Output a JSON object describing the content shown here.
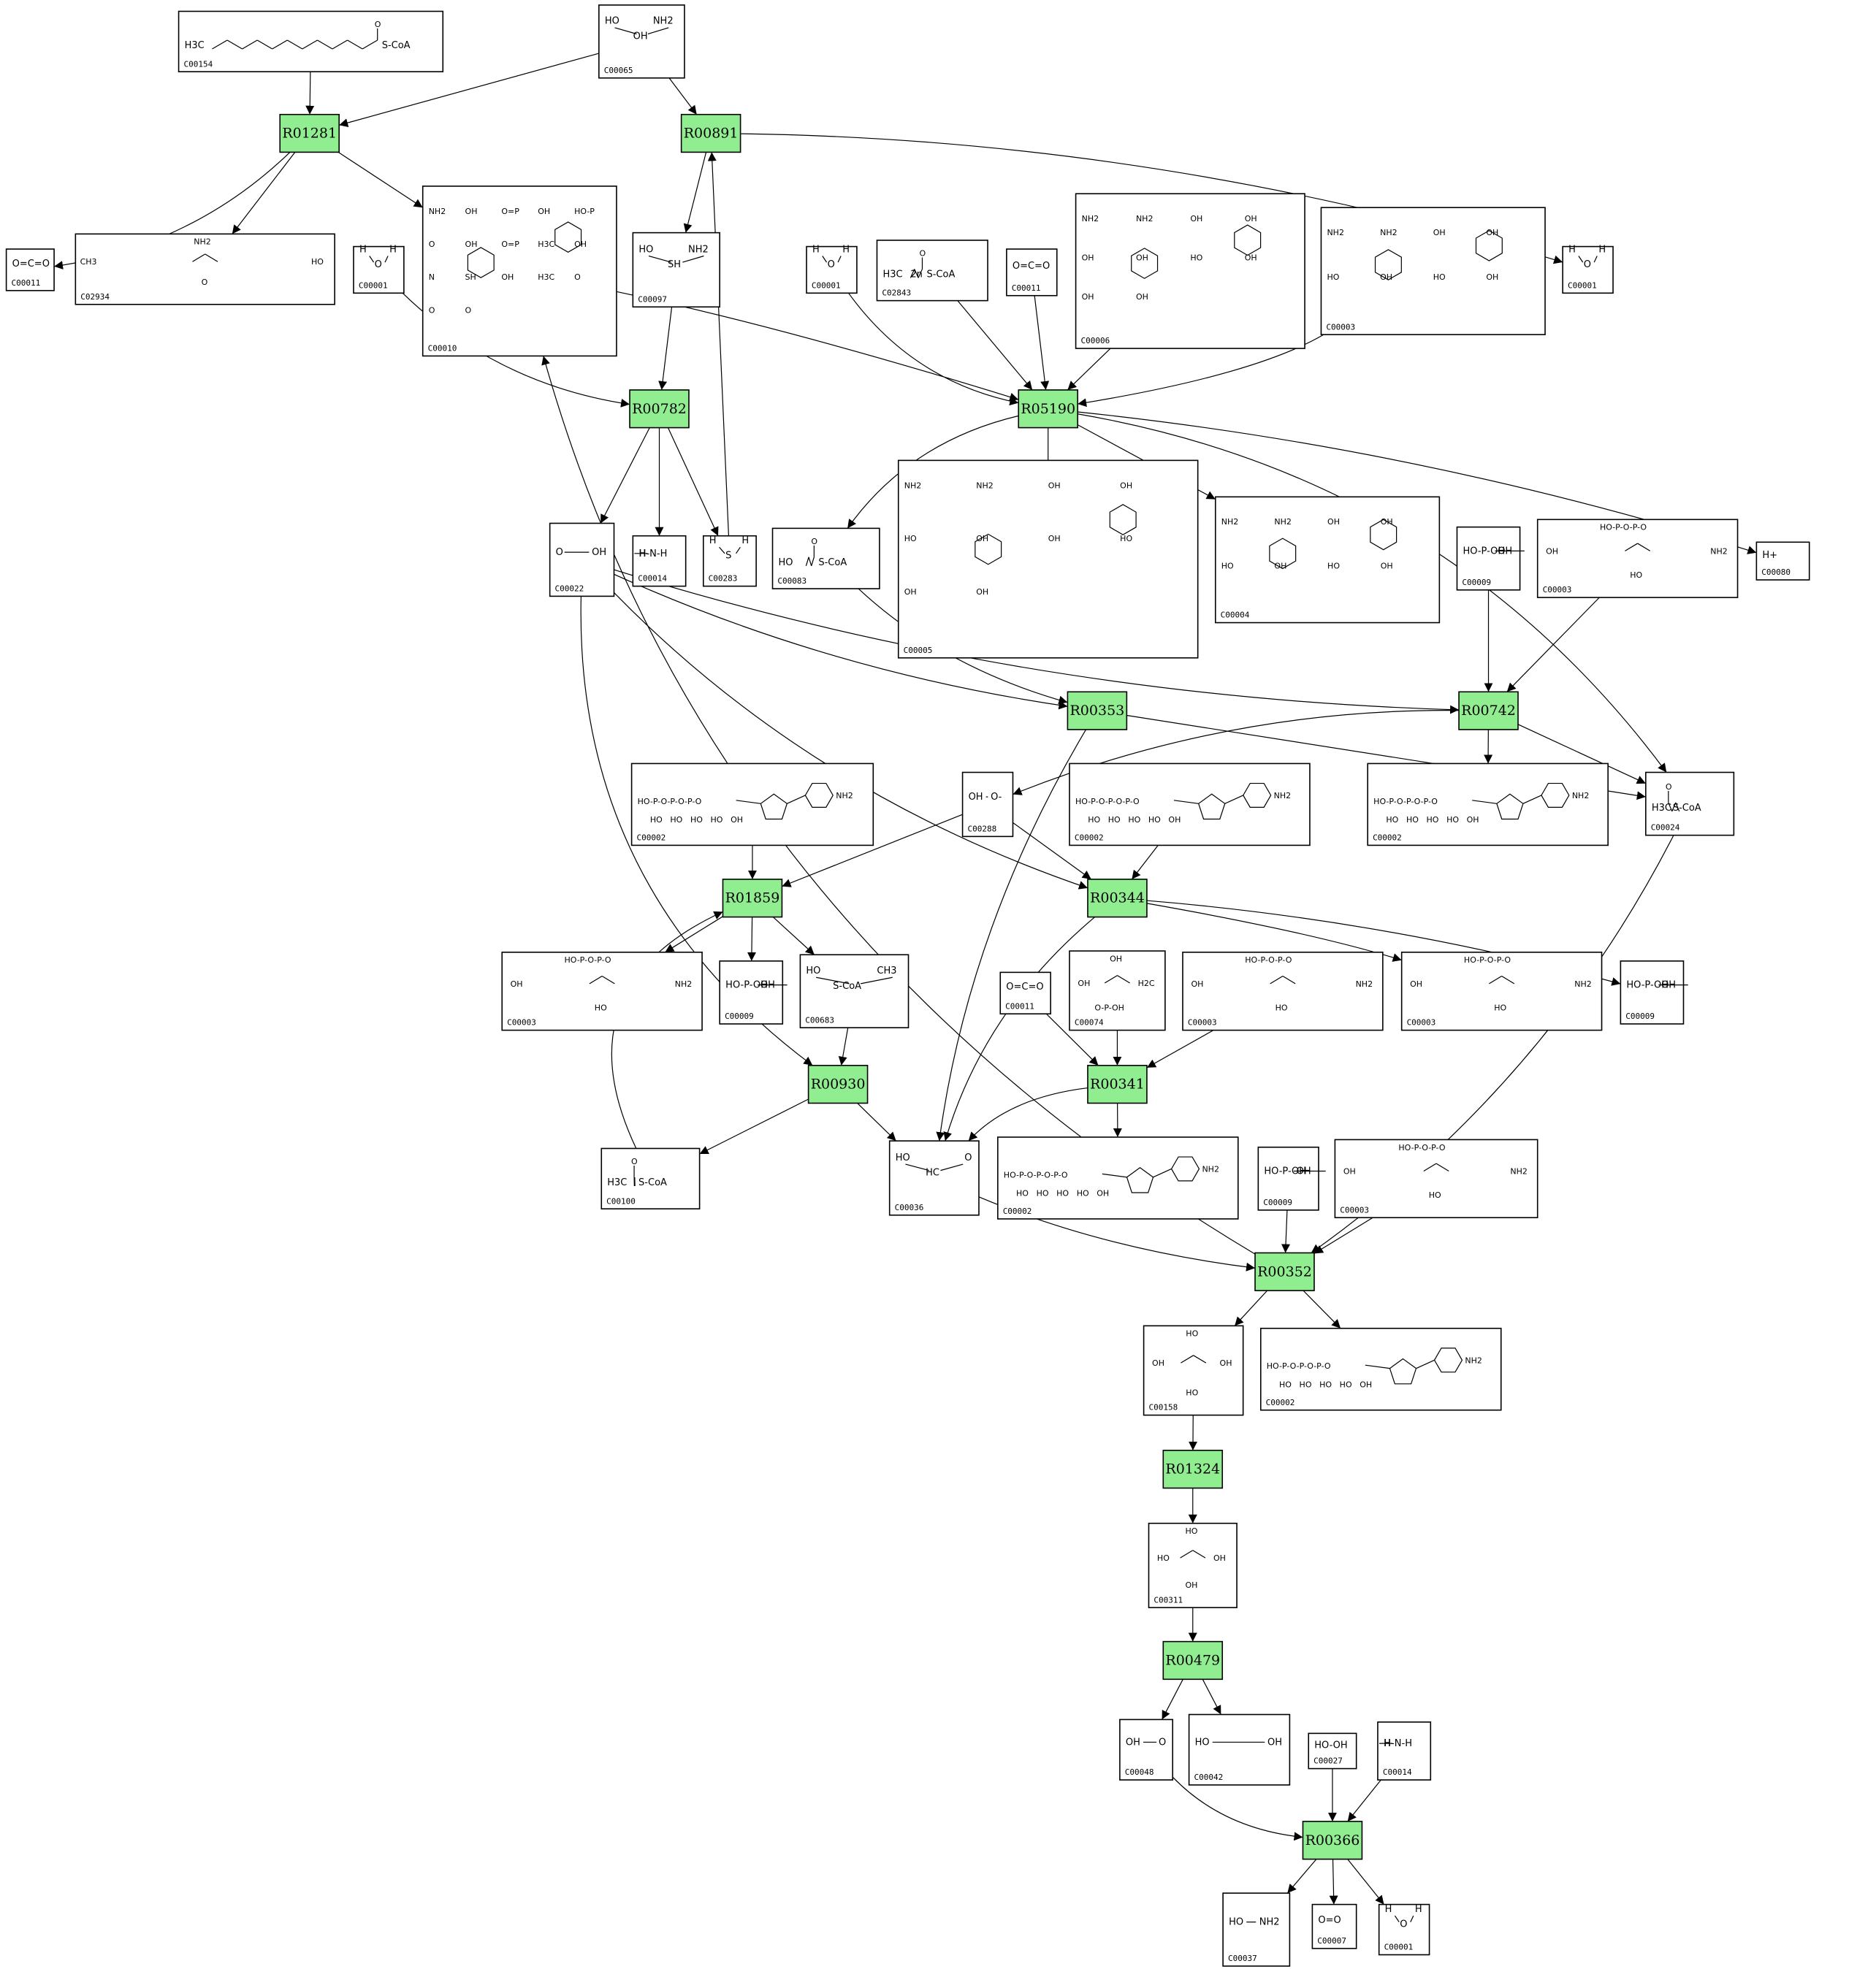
{
  "reactions": [
    {
      "id": "R01281"
    },
    {
      "id": "R00891"
    },
    {
      "id": "R00782"
    },
    {
      "id": "R05190"
    },
    {
      "id": "R00353"
    },
    {
      "id": "R00742"
    },
    {
      "id": "R01859"
    },
    {
      "id": "R00344"
    },
    {
      "id": "R00930"
    },
    {
      "id": "R00341"
    },
    {
      "id": "R00352"
    },
    {
      "id": "R01324"
    },
    {
      "id": "R00479"
    },
    {
      "id": "R00366"
    }
  ],
  "compounds": [
    {
      "id": "C00154",
      "key": "c00154",
      "label": "C00154",
      "formula": [
        "H3C",
        "S-CoA"
      ]
    },
    {
      "id": "C00065",
      "key": "c00065",
      "label": "C00065",
      "formula": [
        "HO",
        "OH",
        "NH2"
      ]
    },
    {
      "id": "C00011",
      "key": "c00011a",
      "label": "C00011",
      "formula": [
        "O=C=O"
      ]
    },
    {
      "id": "C02934",
      "key": "c02934",
      "label": "C02934",
      "formula": [
        "NH2",
        "HO",
        "O",
        "CH3"
      ]
    },
    {
      "id": "C00001",
      "key": "c00001a",
      "label": "C00001",
      "formula": [
        "H",
        "O",
        "H"
      ]
    },
    {
      "id": "C00010",
      "key": "c00010",
      "label": "C00010",
      "formula": [
        "NH2",
        "OH",
        "O=P",
        "OH",
        "HO-P",
        "O",
        "OH",
        "O=P",
        "H3C",
        "OH",
        "N",
        "SH",
        "OH",
        "H3C",
        "O",
        "O",
        "O"
      ]
    },
    {
      "id": "C00097",
      "key": "c00097",
      "label": "C00097",
      "formula": [
        "HO",
        "SH",
        "NH2"
      ]
    },
    {
      "id": "C00001",
      "key": "c00001b",
      "label": "C00001",
      "formula": [
        "H",
        "O",
        "H"
      ]
    },
    {
      "id": "C02843",
      "key": "c02843",
      "label": "C02843",
      "formula": [
        "H3C",
        "2n",
        "S-CoA"
      ]
    },
    {
      "id": "C00011",
      "key": "c00011b",
      "label": "C00011",
      "formula": [
        "O=C=O"
      ]
    },
    {
      "id": "C00006",
      "key": "c00006",
      "label": "C00006",
      "formula": [
        "NH2",
        "NH2",
        "OH",
        "OH",
        "OH",
        "OH",
        "HO",
        "OH",
        "OH",
        "OH"
      ]
    },
    {
      "id": "C00003",
      "key": "c00003a",
      "label": "C00003",
      "formula": [
        "NH2",
        "NH2",
        "OH",
        "OH",
        "HO",
        "OH",
        "HO",
        "OH"
      ]
    },
    {
      "id": "C00001",
      "key": "c00001c",
      "label": "C00001",
      "formula": [
        "H",
        "O",
        "H"
      ]
    },
    {
      "id": "C00022",
      "key": "c00022",
      "label": "C00022",
      "formula": [
        "O",
        "OH"
      ]
    },
    {
      "id": "C00014",
      "key": "c00014a",
      "label": "C00014",
      "formula": [
        "H",
        "H-N-H"
      ]
    },
    {
      "id": "C00283",
      "key": "c00283",
      "label": "C00283",
      "formula": [
        "H",
        "S",
        "H"
      ]
    },
    {
      "id": "C00083",
      "key": "c00083",
      "label": "C00083",
      "formula": [
        "HO",
        "S-CoA"
      ]
    },
    {
      "id": "C00005",
      "key": "c00005",
      "label": "C00005",
      "formula": [
        "NH2",
        "NH2",
        "OH",
        "OH",
        "HO",
        "OH",
        "OH",
        "HO",
        "OH",
        "OH"
      ]
    },
    {
      "id": "C00004",
      "key": "c00004",
      "label": "C00004",
      "formula": [
        "NH2",
        "NH2",
        "OH",
        "OH",
        "HO",
        "OH",
        "HO",
        "OH"
      ]
    },
    {
      "id": "C00009",
      "key": "c00009a",
      "label": "C00009",
      "formula": [
        "HO-P-OH",
        "OH"
      ]
    },
    {
      "id": "C00003",
      "key": "c00003b",
      "label": "C00003",
      "formula": [
        "HO-P-O-P-O",
        "NH2",
        "HO",
        "OH"
      ]
    },
    {
      "id": "C00080",
      "key": "c00080",
      "label": "C00080",
      "formula": [
        "H+"
      ]
    },
    {
      "id": "C00002",
      "key": "c00002a",
      "label": "C00002",
      "formula": [
        "HO-P-O-P-O-P-O",
        "NH2",
        "HO",
        "HO",
        "HO",
        "HO",
        "OH"
      ]
    },
    {
      "id": "C00288",
      "key": "c00288",
      "label": "C00288",
      "formula": [
        "OH",
        "O-"
      ]
    },
    {
      "id": "C00002",
      "key": "c00002b",
      "label": "C00002",
      "formula": [
        "HO-P-O-P-O-P-O",
        "NH2",
        "HO",
        "HO",
        "HO",
        "HO",
        "OH"
      ]
    },
    {
      "id": "C00002",
      "key": "c00002c",
      "label": "C00002",
      "formula": [
        "HO-P-O-P-O-P-O",
        "NH2",
        "HO",
        "HO",
        "HO",
        "HO",
        "OH"
      ]
    },
    {
      "id": "C00024",
      "key": "c00024",
      "label": "C00024",
      "formula": [
        "H3C",
        "S-CoA"
      ]
    },
    {
      "id": "C00003",
      "key": "c00003c",
      "label": "C00003",
      "formula": [
        "HO-P-O-P-O",
        "NH2",
        "HO",
        "OH"
      ]
    },
    {
      "id": "C00009",
      "key": "c00009b",
      "label": "C00009",
      "formula": [
        "HO-P-OH",
        "OH"
      ]
    },
    {
      "id": "C00683",
      "key": "c00683",
      "label": "C00683",
      "formula": [
        "HO",
        "S-CoA",
        "CH3"
      ]
    },
    {
      "id": "C00011",
      "key": "c00011c",
      "label": "C00011",
      "formula": [
        "O=C=O"
      ]
    },
    {
      "id": "C00074",
      "key": "c00074",
      "label": "C00074",
      "formula": [
        "OH",
        "H2C",
        "O-P-OH",
        "OH"
      ]
    },
    {
      "id": "C00003",
      "key": "c00003d",
      "label": "C00003",
      "formula": [
        "HO-P-O-P-O",
        "NH2",
        "HO",
        "OH"
      ]
    },
    {
      "id": "C00003",
      "key": "c00003e",
      "label": "C00003",
      "formula": [
        "HO-P-O-P-O",
        "NH2",
        "HO",
        "OH"
      ]
    },
    {
      "id": "C00009",
      "key": "c00009c",
      "label": "C00009",
      "formula": [
        "HO-P-OH",
        "OH"
      ]
    },
    {
      "id": "C00100",
      "key": "c00100",
      "label": "C00100",
      "formula": [
        "H3C",
        "S-CoA"
      ]
    },
    {
      "id": "C00036",
      "key": "c00036",
      "label": "C00036",
      "formula": [
        "HO",
        "HC",
        "O"
      ]
    },
    {
      "id": "C00002",
      "key": "c00002d",
      "label": "C00002",
      "formula": [
        "HO-P-O-P-O-P-O",
        "NH2",
        "HO",
        "HO",
        "HO",
        "HO",
        "OH"
      ]
    },
    {
      "id": "C00009",
      "key": "c00009d",
      "label": "C00009",
      "formula": [
        "HO-P-OH",
        "OH"
      ]
    },
    {
      "id": "C00003",
      "key": "c00003f",
      "label": "C00003",
      "formula": [
        "HO-P-O-P-O",
        "NH2",
        "HO",
        "OH"
      ]
    },
    {
      "id": "C00158",
      "key": "c00158",
      "label": "C00158",
      "formula": [
        "HO",
        "OH",
        "HO",
        "OH"
      ]
    },
    {
      "id": "C00002",
      "key": "c00002e",
      "label": "C00002",
      "formula": [
        "HO-P-O-P-O-P-O",
        "NH2",
        "HO",
        "HO",
        "HO",
        "HO",
        "OH"
      ]
    },
    {
      "id": "C00311",
      "key": "c00311",
      "label": "C00311",
      "formula": [
        "HO",
        "OH",
        "OH",
        "HO"
      ]
    },
    {
      "id": "C00048",
      "key": "c00048",
      "label": "C00048",
      "formula": [
        "OH",
        "O"
      ]
    },
    {
      "id": "C00042",
      "key": "c00042",
      "label": "C00042",
      "formula": [
        "HO",
        "OH"
      ]
    },
    {
      "id": "C00027",
      "key": "c00027",
      "label": "C00027",
      "formula": [
        "HO-OH"
      ]
    },
    {
      "id": "C00014",
      "key": "c00014b",
      "label": "C00014",
      "formula": [
        "H",
        "H-N-H"
      ]
    },
    {
      "id": "C00037",
      "key": "c00037",
      "label": "C00037",
      "formula": [
        "HO",
        "NH2"
      ]
    },
    {
      "id": "C00007",
      "key": "c00007",
      "label": "C00007",
      "formula": [
        "O=O"
      ]
    },
    {
      "id": "C00001",
      "key": "c00001d",
      "label": "C00001",
      "formula": [
        "H",
        "O",
        "H"
      ]
    }
  ]
}
